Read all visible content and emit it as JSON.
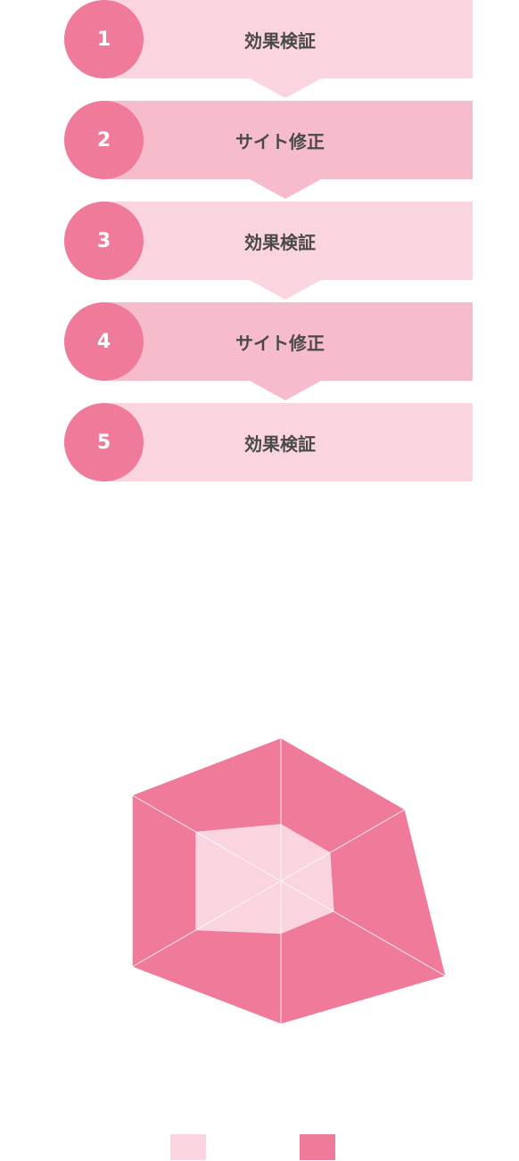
{
  "steps": [
    {
      "number": "1",
      "label": "効果検証",
      "shade": "light"
    },
    {
      "number": "2",
      "label": "サイト修正",
      "shade": "mid"
    },
    {
      "number": "3",
      "label": "効果検証",
      "shade": "light"
    },
    {
      "number": "4",
      "label": "サイト修正",
      "shade": "mid"
    },
    {
      "number": "5",
      "label": "効果検証",
      "shade": "light"
    }
  ],
  "colors": {
    "circle": "#f07a9a",
    "bar_light": "#fad5df",
    "bar_mid": "#f7bccb",
    "series_inner": "#fad5df",
    "series_outer": "#f07a9a",
    "text": "#4a4a4a"
  },
  "chart_data": {
    "type": "radar",
    "title": "",
    "axes": [
      "",
      "",
      "",
      "",
      "",
      ""
    ],
    "max": 100,
    "grid": false,
    "legend_placement": "bottom",
    "series": [
      {
        "values": [
          40,
          40,
          43,
          37,
          69,
          69
        ],
        "color": "#fad5df"
      },
      {
        "values": [
          100,
          100,
          133,
          100,
          120,
          120
        ],
        "color": "#f07a9a"
      }
    ]
  }
}
